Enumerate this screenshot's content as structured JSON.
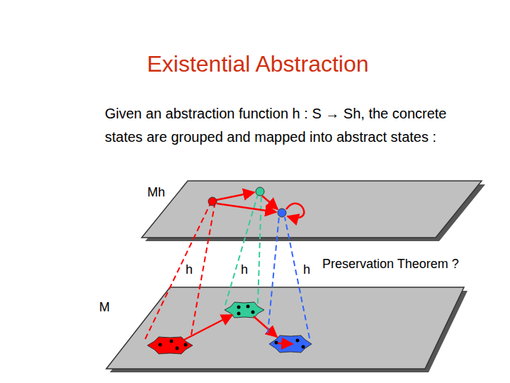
{
  "diagram": {
    "title": "Existential Abstraction",
    "labels": [
      "Given an abstraction function h : S → Sh, the concrete states are grouped and mapped into abstract states :",
      "Mh",
      "h",
      "h",
      "h",
      "Preservation Theorem ?",
      "M"
    ]
  }
}
